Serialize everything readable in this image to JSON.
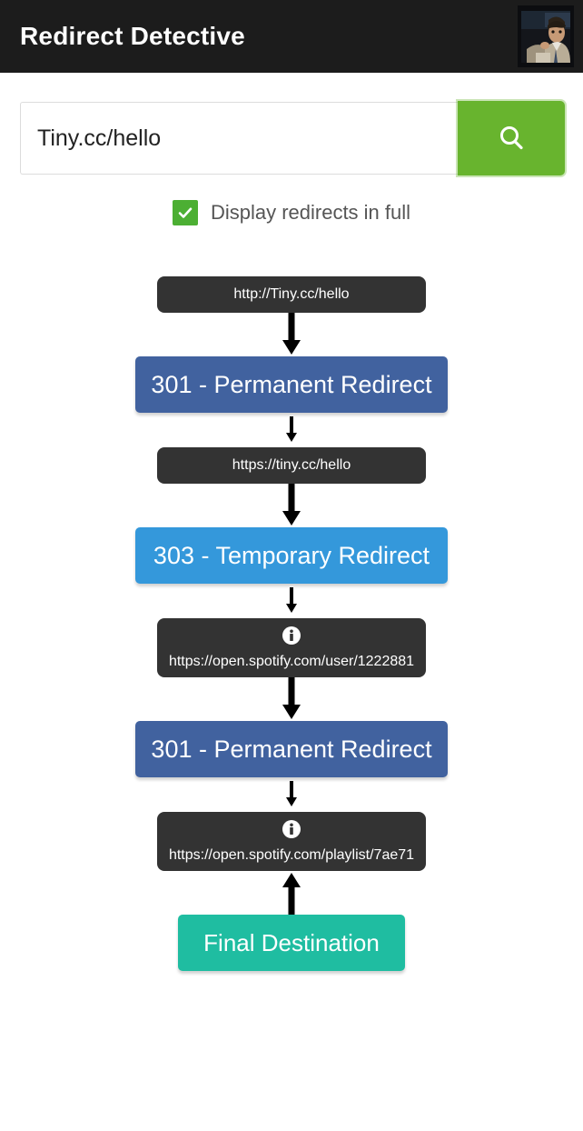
{
  "header": {
    "title": "Redirect Detective",
    "avatar_name": "detective-avatar",
    "background": "#1c1c1c"
  },
  "search": {
    "value": "Tiny.cc/hello",
    "placeholder": "Enter URL",
    "button_icon": "search-icon",
    "button_color": "#68b42e"
  },
  "options": {
    "display_full_label": "Display redirects in full",
    "display_full_checked": true,
    "checkbox_color": "#4caf33"
  },
  "chain": {
    "nodes": [
      {
        "type": "url",
        "name": "url-node-1",
        "text": "http://Tiny.cc/hello",
        "info": false,
        "color": "#333333"
      },
      {
        "type": "arrow",
        "name": "arrow-down-1",
        "size": "big",
        "direction": "down"
      },
      {
        "type": "status",
        "name": "status-node-1",
        "text": "301 - Permanent Redirect",
        "style": "blue",
        "color": "#41629f"
      },
      {
        "type": "arrow",
        "name": "arrow-down-2",
        "size": "small",
        "direction": "down"
      },
      {
        "type": "url",
        "name": "url-node-2",
        "text": "https://tiny.cc/hello",
        "info": false,
        "color": "#333333"
      },
      {
        "type": "arrow",
        "name": "arrow-down-3",
        "size": "big",
        "direction": "down"
      },
      {
        "type": "status",
        "name": "status-node-2",
        "text": "303 - Temporary Redirect",
        "style": "lblue",
        "color": "#3498db"
      },
      {
        "type": "arrow",
        "name": "arrow-down-4",
        "size": "small",
        "direction": "down"
      },
      {
        "type": "url",
        "name": "url-node-3",
        "text": "https://open.spotify.com/user/1222881",
        "info": true,
        "color": "#333333"
      },
      {
        "type": "arrow",
        "name": "arrow-down-5",
        "size": "big",
        "direction": "down"
      },
      {
        "type": "status",
        "name": "status-node-3",
        "text": "301 - Permanent Redirect",
        "style": "blue",
        "color": "#41629f"
      },
      {
        "type": "arrow",
        "name": "arrow-down-6",
        "size": "small",
        "direction": "down"
      },
      {
        "type": "url",
        "name": "url-node-4",
        "text": "https://open.spotify.com/playlist/7ae71",
        "info": true,
        "color": "#333333"
      },
      {
        "type": "arrow",
        "name": "arrow-up-1",
        "size": "up",
        "direction": "up"
      },
      {
        "type": "final",
        "name": "final-node",
        "text": "Final Destination",
        "color": "#1fbda1"
      }
    ]
  }
}
